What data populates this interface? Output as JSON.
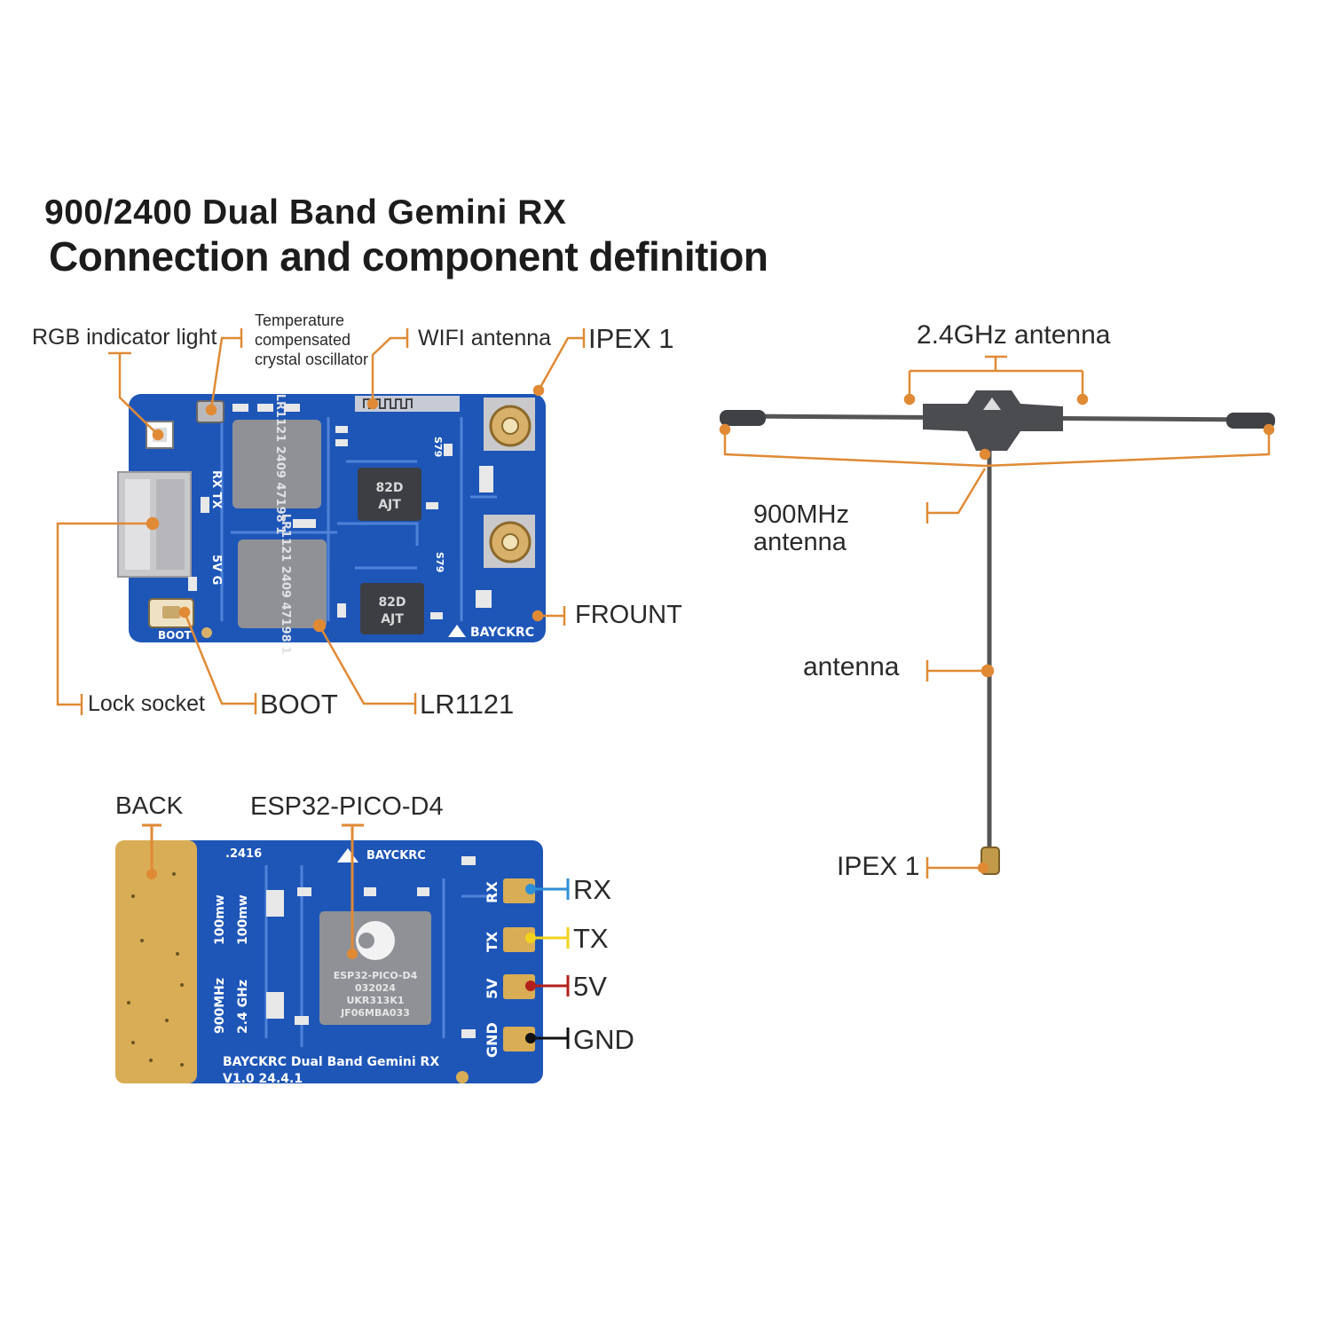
{
  "header": {
    "title": "900/2400 Dual Band Gemini RX",
    "subtitle": "Connection and component definition"
  },
  "front_board": {
    "labels": {
      "rgb": "RGB indicator light",
      "tcxo": "Temperature\ncompensated\ncrystal oscillator",
      "wifi": "WIFI antenna",
      "ipex": "IPEX 1",
      "front": "FROUNT",
      "lock": "Lock socket",
      "boot": "BOOT",
      "lr1121": "LR1121"
    },
    "silkscreen": {
      "chip_text": "LR1121\n2409\n47198\n1",
      "small_chip": "82D\nAJT",
      "pins_rx_tx": "RX TX",
      "pins_5v": "5V G",
      "boot": "BOOT",
      "brand": "BAYCKRC",
      "s79": "S79"
    }
  },
  "back_board": {
    "labels": {
      "back": "BACK",
      "esp": "ESP32-PICO-D4",
      "rx": "RX",
      "tx": "TX",
      "v5": "5V",
      "gnd": "GND"
    },
    "silkscreen": {
      "version_top": ".2416",
      "brand": "BAYCKRC",
      "mw1": "100mw",
      "mw2": "100mw",
      "f1": "900MHz",
      "f2": "2.4 GHz",
      "chip": "ESP32-PICO-D4\n032024\nUKR313K1\nJF06MBA033",
      "pad_rx": "RX",
      "pad_tx": "TX",
      "pad_5v": "5V",
      "pad_gnd": "GND",
      "footer1": "BAYCKRC Dual Band Gemini RX",
      "footer2": "V1.0 24.4.1"
    }
  },
  "antenna": {
    "labels": {
      "ghz": "2.4GHz antenna",
      "mhz": "900MHz\nantenna",
      "antenna": "antenna",
      "ipex": "IPEX 1"
    }
  },
  "colors": {
    "pcb_blue": "#1e56b8",
    "callout_orange": "#e08a35",
    "chip_gray": "#8f9196",
    "gold": "#d9ad55",
    "rx_blue": "#2f8fd6",
    "tx_yellow": "#f2d21c",
    "v5_red": "#b3201c",
    "gnd_black": "#111111"
  }
}
